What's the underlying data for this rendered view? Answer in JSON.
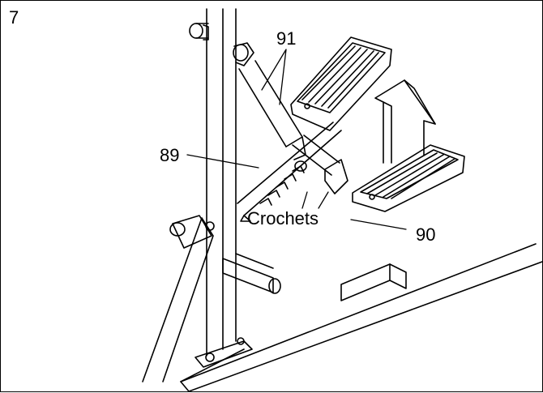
{
  "figure": {
    "step_number": "7",
    "labels": {
      "part_91": "91",
      "part_89": "89",
      "part_90": "90",
      "hooks": "Crochets"
    },
    "colors": {
      "line": "#000000",
      "background": "#ffffff"
    }
  }
}
